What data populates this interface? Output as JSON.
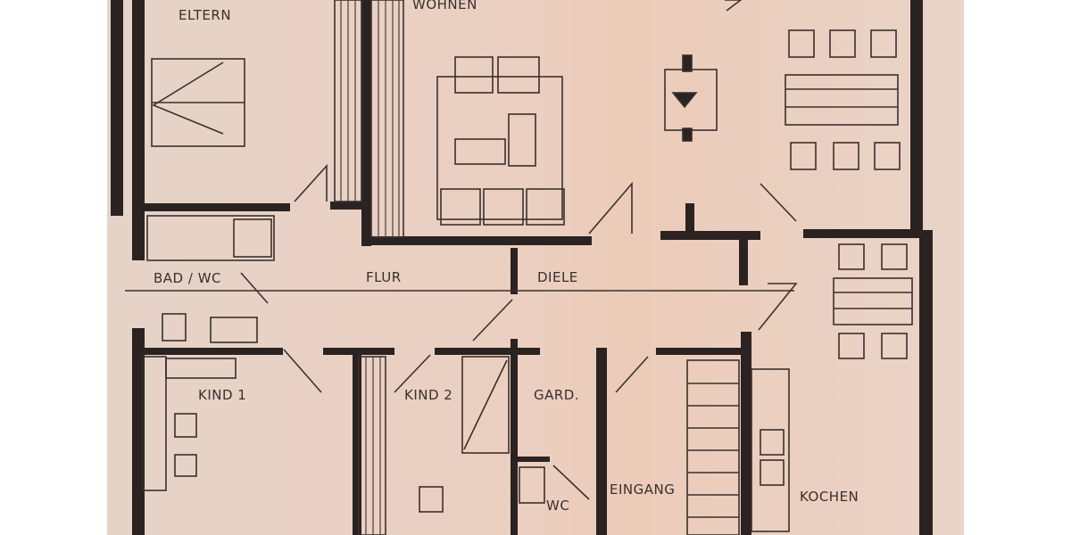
{
  "rooms": {
    "eltern": "ELTERN",
    "wohnen": "WOHNEN",
    "bad_wc": "BAD / WC",
    "flur": "FLUR",
    "diele": "DIELE",
    "kind1": "KIND 1",
    "kind2": "KIND 2",
    "gard": "GARD.",
    "wc": "WC",
    "eingang": "EINGANG",
    "kochen": "KOCHEN"
  },
  "colors": {
    "paper": "#e9d2c4",
    "walls": "#2b2321",
    "lines": "#3a302d"
  }
}
